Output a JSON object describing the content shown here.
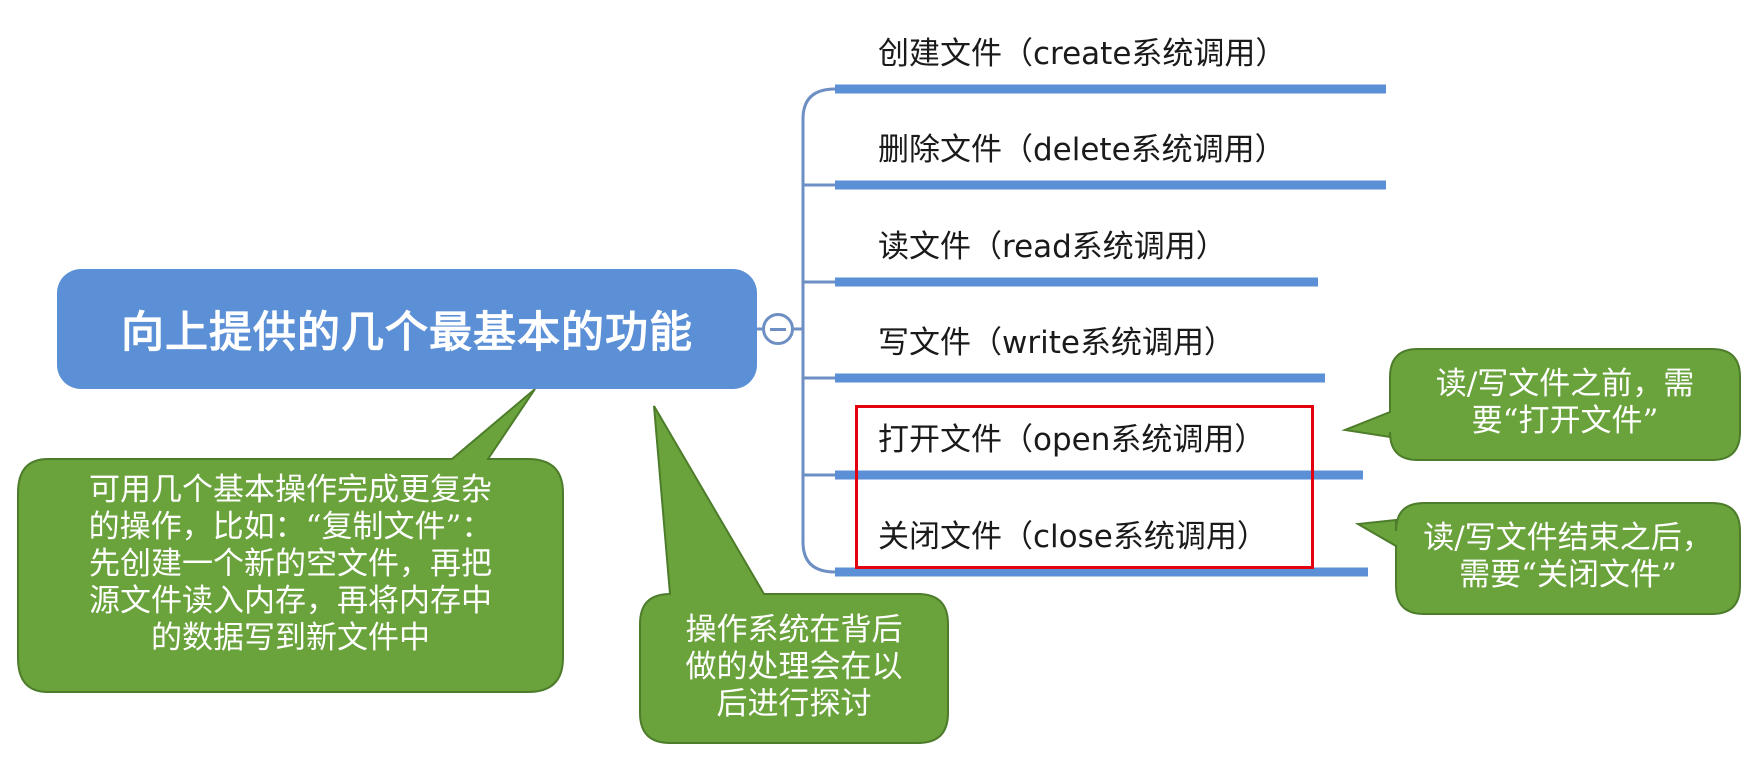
{
  "root": {
    "label": "向上提供的几个最基本的功能"
  },
  "branches": [
    {
      "label": "创建文件（create系统调用）"
    },
    {
      "label": "删除文件（delete系统调用）"
    },
    {
      "label": "读文件（read系统调用）"
    },
    {
      "label": "写文件（write系统调用）"
    },
    {
      "label": "打开文件（open系统调用）"
    },
    {
      "label": "关闭文件（close系统调用）"
    }
  ],
  "notes": {
    "basic_ops": [
      "可用几个基本操作完成更复杂",
      "的操作，比如：“复制文件”：",
      "先创建一个新的空文件，再把",
      "源文件读入内存，再将内存中",
      "的数据写到新文件中"
    ],
    "background": [
      "操作系统在背后",
      "做的处理会在以",
      "后进行探讨"
    ],
    "open_note": [
      "读/写文件之前，需",
      "要“打开文件”"
    ],
    "close_note": [
      "读/写文件结束之后，",
      "需要“关闭文件”"
    ]
  },
  "colors": {
    "root_fill": "#5b8fd6",
    "branch_line": "#5b8fd6",
    "note_fill": "#6aa23c",
    "note_border": "#4d7d2b",
    "highlight_border": "#e3000f"
  },
  "icons": {
    "collapse": "minus-circle-icon"
  }
}
